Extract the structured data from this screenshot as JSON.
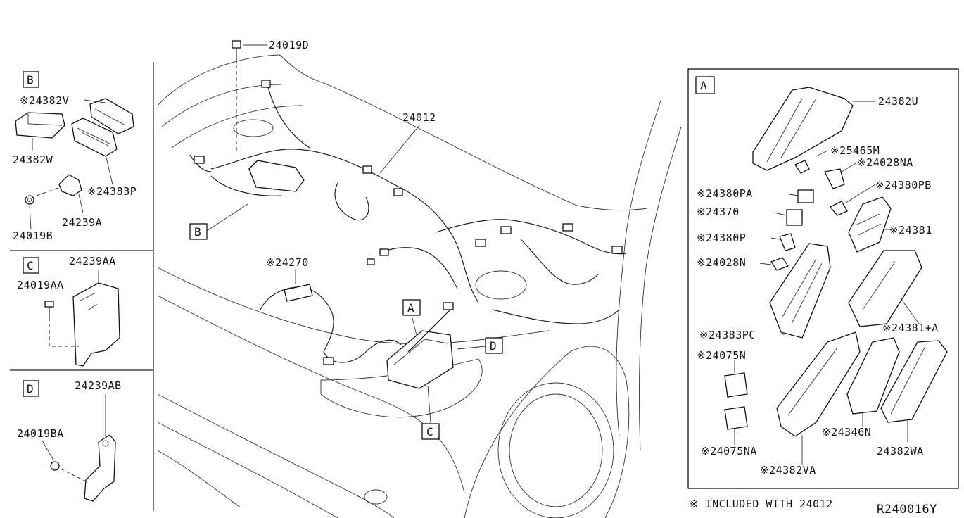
{
  "diagram": {
    "part_labels": {
      "p24019D": "24019D",
      "p24012": "24012",
      "p24270": "※24270",
      "p24382V": "※24382V",
      "p24382W": "24382W",
      "p24383P": "※24383P",
      "p24239A": "24239A",
      "p24019B": "24019B",
      "p24239AA": "24239AA",
      "p24019AA": "24019AA",
      "p24239AB": "24239AB",
      "p24019BA": "24019BA",
      "p24382U": "24382U",
      "p25465M": "※25465M",
      "p24028NA": "※24028NA",
      "p24380PA": "※24380PA",
      "p24380PB": "※24380PB",
      "p24370": "※24370",
      "p24381": "※24381",
      "p24380P": "※24380P",
      "p24028N": "※24028N",
      "p24381A": "※24381+A",
      "p24383PC": "※24383PC",
      "p24075N": "※24075N",
      "p24075NA": "※24075NA",
      "p24346N": "※24346N",
      "p24382VA": "※24382VA",
      "p24382WA": "24382WA"
    },
    "section_tags": {
      "A": "A",
      "B": "B",
      "C": "C",
      "D": "D"
    },
    "callouts": {
      "A": "A",
      "B": "B",
      "C": "C",
      "D": "D"
    },
    "footnote": "※ INCLUDED WITH 24012",
    "figure_code": "R240016Y"
  }
}
